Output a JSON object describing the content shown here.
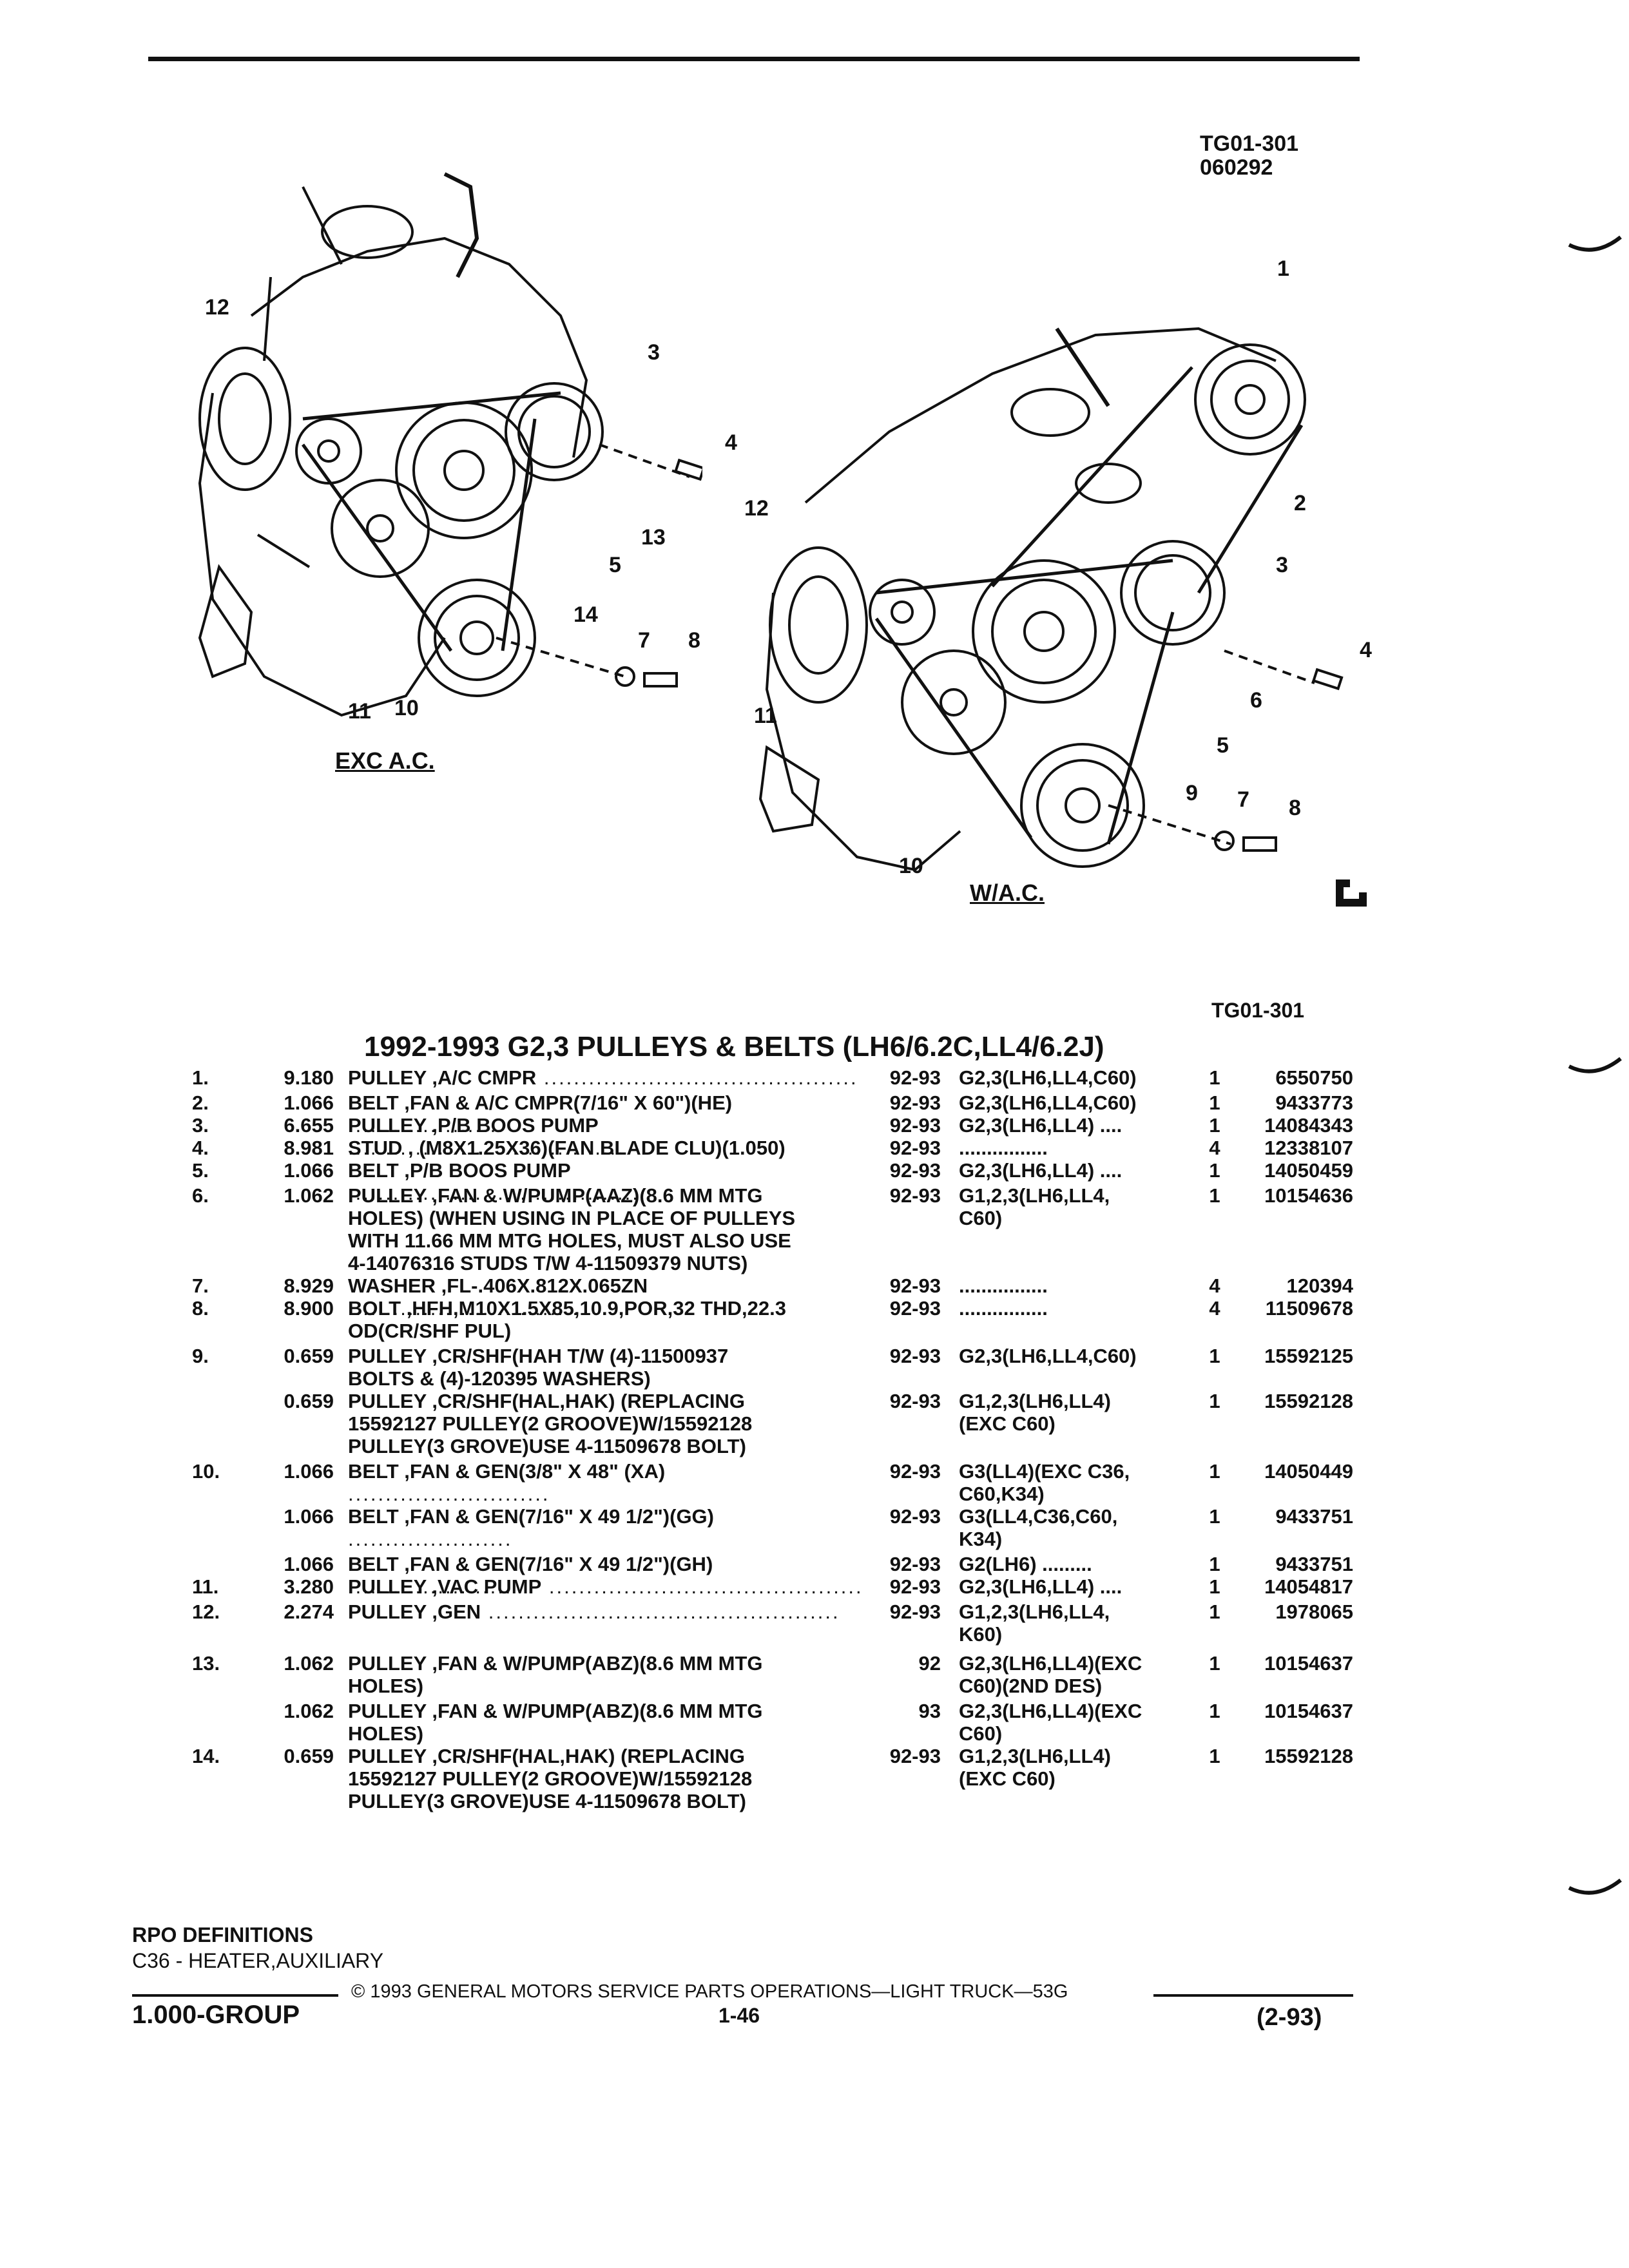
{
  "header": {
    "figure_id": "TG01-301",
    "figure_date": "060292"
  },
  "diagram": {
    "left_caption": "EXC A.C.",
    "right_caption": "W/A.C.",
    "left_callouts": [
      "12",
      "3",
      "4",
      "13",
      "5",
      "14",
      "7",
      "8",
      "11",
      "10"
    ],
    "right_callouts": [
      "1",
      "2",
      "3",
      "4",
      "12",
      "6",
      "5",
      "11",
      "9",
      "7",
      "8",
      "10"
    ],
    "figure_ref": "TG01-301"
  },
  "section": {
    "title": "1992-1993 G2,3 PULLEYS & BELTS (LH6/6.2C,LL4/6.2J)"
  },
  "parts": [
    {
      "item": "1.",
      "code": "9.180",
      "desc": "PULLEY ,A/C CMPR",
      "dots": true,
      "year": "92-93",
      "app": "G2,3(LH6,LL4,C60)",
      "qty": "1",
      "part": "6550750"
    },
    {
      "item": "2.",
      "code": "1.066",
      "desc": "BELT ,FAN & A/C CMPR(7/16\" X 60\")(HE)",
      "dots": true,
      "year": "92-93",
      "app": "G2,3(LH6,LL4,C60)",
      "qty": "1",
      "part": "9433773"
    },
    {
      "item": "3.",
      "code": "6.655",
      "desc": "PULLEY ,P/B BOOS PUMP",
      "dots": true,
      "year": "92-93",
      "app": "G2,3(LH6,LL4) ....",
      "qty": "1",
      "part": "14084343"
    },
    {
      "item": "4.",
      "code": "8.981",
      "desc": "STUD , (M8X1.25X36)(FAN BLADE CLU)(1.050)",
      "dots": false,
      "year": "92-93",
      "app": "................",
      "qty": "4",
      "part": "12338107"
    },
    {
      "item": "5.",
      "code": "1.066",
      "desc": "BELT ,P/B BOOS PUMP",
      "dots": true,
      "year": "92-93",
      "app": "G2,3(LH6,LL4) ....",
      "qty": "1",
      "part": "14050459"
    },
    {
      "item": "6.",
      "code": "1.062",
      "desc": "PULLEY ,FAN & W/PUMP(AAZ)(8.6 MM MTG\nHOLES) (WHEN USING IN PLACE OF PULLEYS\nWITH 11.66 MM MTG HOLES, MUST ALSO USE\n4-14076316 STUDS T/W 4-11509379 NUTS)",
      "dots": false,
      "year": "92-93",
      "app": "G1,2,3(LH6,LL4,\nC60)",
      "qty": "1",
      "part": "10154636"
    },
    {
      "item": "7.",
      "code": "8.929",
      "desc": "WASHER ,FL-.406X.812X.065ZN",
      "dots": true,
      "year": "92-93",
      "app": "................",
      "qty": "4",
      "part": "120394"
    },
    {
      "item": "8.",
      "code": "8.900",
      "desc": "BOLT ,HFH,M10X1.5X85,10.9,POR,32 THD,22.3\nOD(CR/SHF PUL)",
      "dots": false,
      "year": "92-93",
      "app": "................",
      "qty": "4",
      "part": "11509678"
    },
    {
      "item": "9.",
      "code": "0.659",
      "desc": "PULLEY ,CR/SHF(HAH T/W (4)-11500937\nBOLTS & (4)-120395 WASHERS)",
      "dots": false,
      "year": "92-93",
      "app": "G2,3(LH6,LL4,C60)",
      "qty": "1",
      "part": "15592125"
    },
    {
      "item": "",
      "code": "0.659",
      "desc": "PULLEY ,CR/SHF(HAL,HAK) (REPLACING\n15592127 PULLEY(2 GROOVE)W/15592128\nPULLEY(3 GROVE)USE 4-11509678 BOLT)",
      "dots": false,
      "year": "92-93",
      "app": "G1,2,3(LH6,LL4)\n(EXC C60)",
      "qty": "1",
      "part": "15592128"
    },
    {
      "item": "10.",
      "code": "1.066",
      "desc": "BELT ,FAN & GEN(3/8\" X 48\" (XA)",
      "dots": true,
      "year": "92-93",
      "app": "G3(LL4)(EXC C36,\nC60,K34)",
      "qty": "1",
      "part": "14050449"
    },
    {
      "item": "",
      "code": "1.066",
      "desc": "BELT ,FAN & GEN(7/16\" X 49 1/2\")(GG)",
      "dots": true,
      "year": "92-93",
      "app": "G3(LL4,C36,C60,\nK34)",
      "qty": "1",
      "part": "9433751"
    },
    {
      "item": "",
      "code": "1.066",
      "desc": "BELT ,FAN & GEN(7/16\" X 49 1/2\")(GH)",
      "dots": true,
      "year": "92-93",
      "app": "G2(LH6) .........",
      "qty": "1",
      "part": "9433751"
    },
    {
      "item": "11.",
      "code": "3.280",
      "desc": "PULLEY ,VAC PUMP",
      "dots": true,
      "year": "92-93",
      "app": "G2,3(LH6,LL4) ....",
      "qty": "1",
      "part": "14054817"
    },
    {
      "item": "12.",
      "code": "2.274",
      "desc": "PULLEY ,GEN",
      "dots": true,
      "year": "92-93",
      "app": "G1,2,3(LH6,LL4,\nK60)",
      "qty": "1",
      "part": "1978065"
    },
    {
      "item": "13.",
      "code": "1.062",
      "desc": "PULLEY ,FAN & W/PUMP(ABZ)(8.6 MM MTG\nHOLES)",
      "dots": false,
      "year": "92",
      "app": "G2,3(LH6,LL4)(EXC\nC60)(2ND DES)",
      "qty": "1",
      "part": "10154637"
    },
    {
      "item": "",
      "code": "1.062",
      "desc": "PULLEY ,FAN & W/PUMP(ABZ)(8.6 MM MTG\nHOLES)",
      "dots": false,
      "year": "93",
      "app": "G2,3(LH6,LL4)(EXC\nC60)",
      "qty": "1",
      "part": "10154637"
    },
    {
      "item": "14.",
      "code": "0.659",
      "desc": "PULLEY ,CR/SHF(HAL,HAK) (REPLACING\n15592127 PULLEY(2 GROOVE)W/15592128\nPULLEY(3 GROVE)USE 4-11509678 BOLT)",
      "dots": false,
      "year": "92-93",
      "app": "G1,2,3(LH6,LL4)\n(EXC C60)",
      "qty": "1",
      "part": "15592128"
    }
  ],
  "rpo": {
    "title": "RPO DEFINITIONS",
    "definitions": [
      "C36 - HEATER,AUXILIARY"
    ]
  },
  "footer": {
    "copyright": "© 1993 GENERAL MOTORS SERVICE PARTS OPERATIONS—LIGHT TRUCK—53G",
    "group": "1.000-GROUP",
    "page": "1-46",
    "date": "(2-93)"
  }
}
